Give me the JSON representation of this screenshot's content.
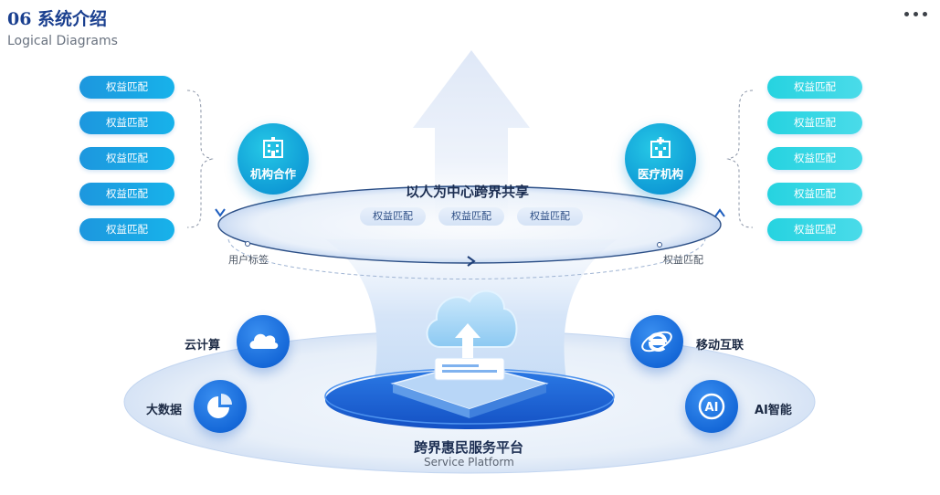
{
  "header": {
    "title": "06 系统介绍",
    "subtitle": "Logical Diagrams"
  },
  "menu": {
    "icon": "more-horizontal-icon"
  },
  "left_pills": [
    "权益匹配",
    "权益匹配",
    "权益匹配",
    "权益匹配",
    "权益匹配"
  ],
  "right_pills": [
    "权益匹配",
    "权益匹配",
    "权益匹配",
    "权益匹配",
    "权益匹配"
  ],
  "left_hub": {
    "label": "机构合作",
    "icon": "building-icon"
  },
  "right_hub": {
    "label": "医疗机构",
    "icon": "hospital-icon"
  },
  "center": {
    "title": "以人为中心跨界共享",
    "pills": [
      "权益匹配",
      "权益匹配",
      "权益匹配"
    ]
  },
  "ring_labels": {
    "left": "用户标签",
    "right": "权益匹配"
  },
  "tech": {
    "cloud": {
      "label": "云计算",
      "icon": "cloud-icon"
    },
    "bigdata": {
      "label": "大数据",
      "icon": "pie-chart-icon"
    },
    "mobile": {
      "label": "移动互联",
      "icon": "browser-e-icon"
    },
    "ai": {
      "label": "AI智能",
      "icon": "ai-icon"
    }
  },
  "platform": {
    "title": "跨界惠民服务平台",
    "subtitle": "Service Platform",
    "icon": "cloud-upload-icon"
  },
  "colors": {
    "title": "#1a3f8f",
    "pill_blue": "#1d97de",
    "pill_cyan": "#26d3e0",
    "hub": "#0f9bd6",
    "tech": "#1568d8",
    "platform": "#1b5fd6"
  }
}
